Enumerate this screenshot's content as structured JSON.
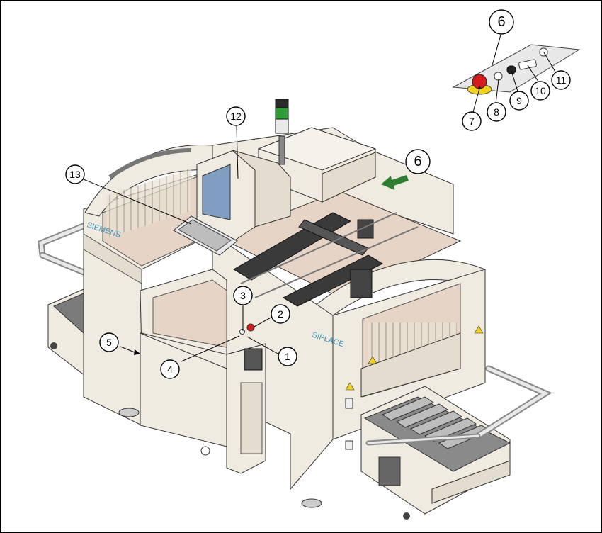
{
  "brand_labels": {
    "siemens": "SIEMENS",
    "siplace": "SIPLACE"
  },
  "callouts": [
    {
      "id": "1",
      "label": "1"
    },
    {
      "id": "2",
      "label": "2"
    },
    {
      "id": "3",
      "label": "3"
    },
    {
      "id": "4",
      "label": "4"
    },
    {
      "id": "5",
      "label": "5"
    },
    {
      "id": "6-arrow",
      "label": "6"
    },
    {
      "id": "6-panel",
      "label": "6"
    },
    {
      "id": "7",
      "label": "7"
    },
    {
      "id": "8",
      "label": "8"
    },
    {
      "id": "9",
      "label": "9"
    },
    {
      "id": "10",
      "label": "10"
    },
    {
      "id": "11",
      "label": "11"
    },
    {
      "id": "12",
      "label": "12"
    },
    {
      "id": "13",
      "label": "13"
    }
  ],
  "colors": {
    "machine_body": "#efebe1",
    "machine_shadow": "#d8d2c4",
    "interior": "#e6d5c6",
    "dark_mechanism": "#3a3a3a",
    "screen": "#7f9ec0",
    "emergency_stop": "#d41c1c",
    "emergency_ring": "#f2d21a",
    "arrow_green": "#2e7d32",
    "signal_green": "#2f9e3a",
    "brand_text": "#3b8fb5"
  }
}
